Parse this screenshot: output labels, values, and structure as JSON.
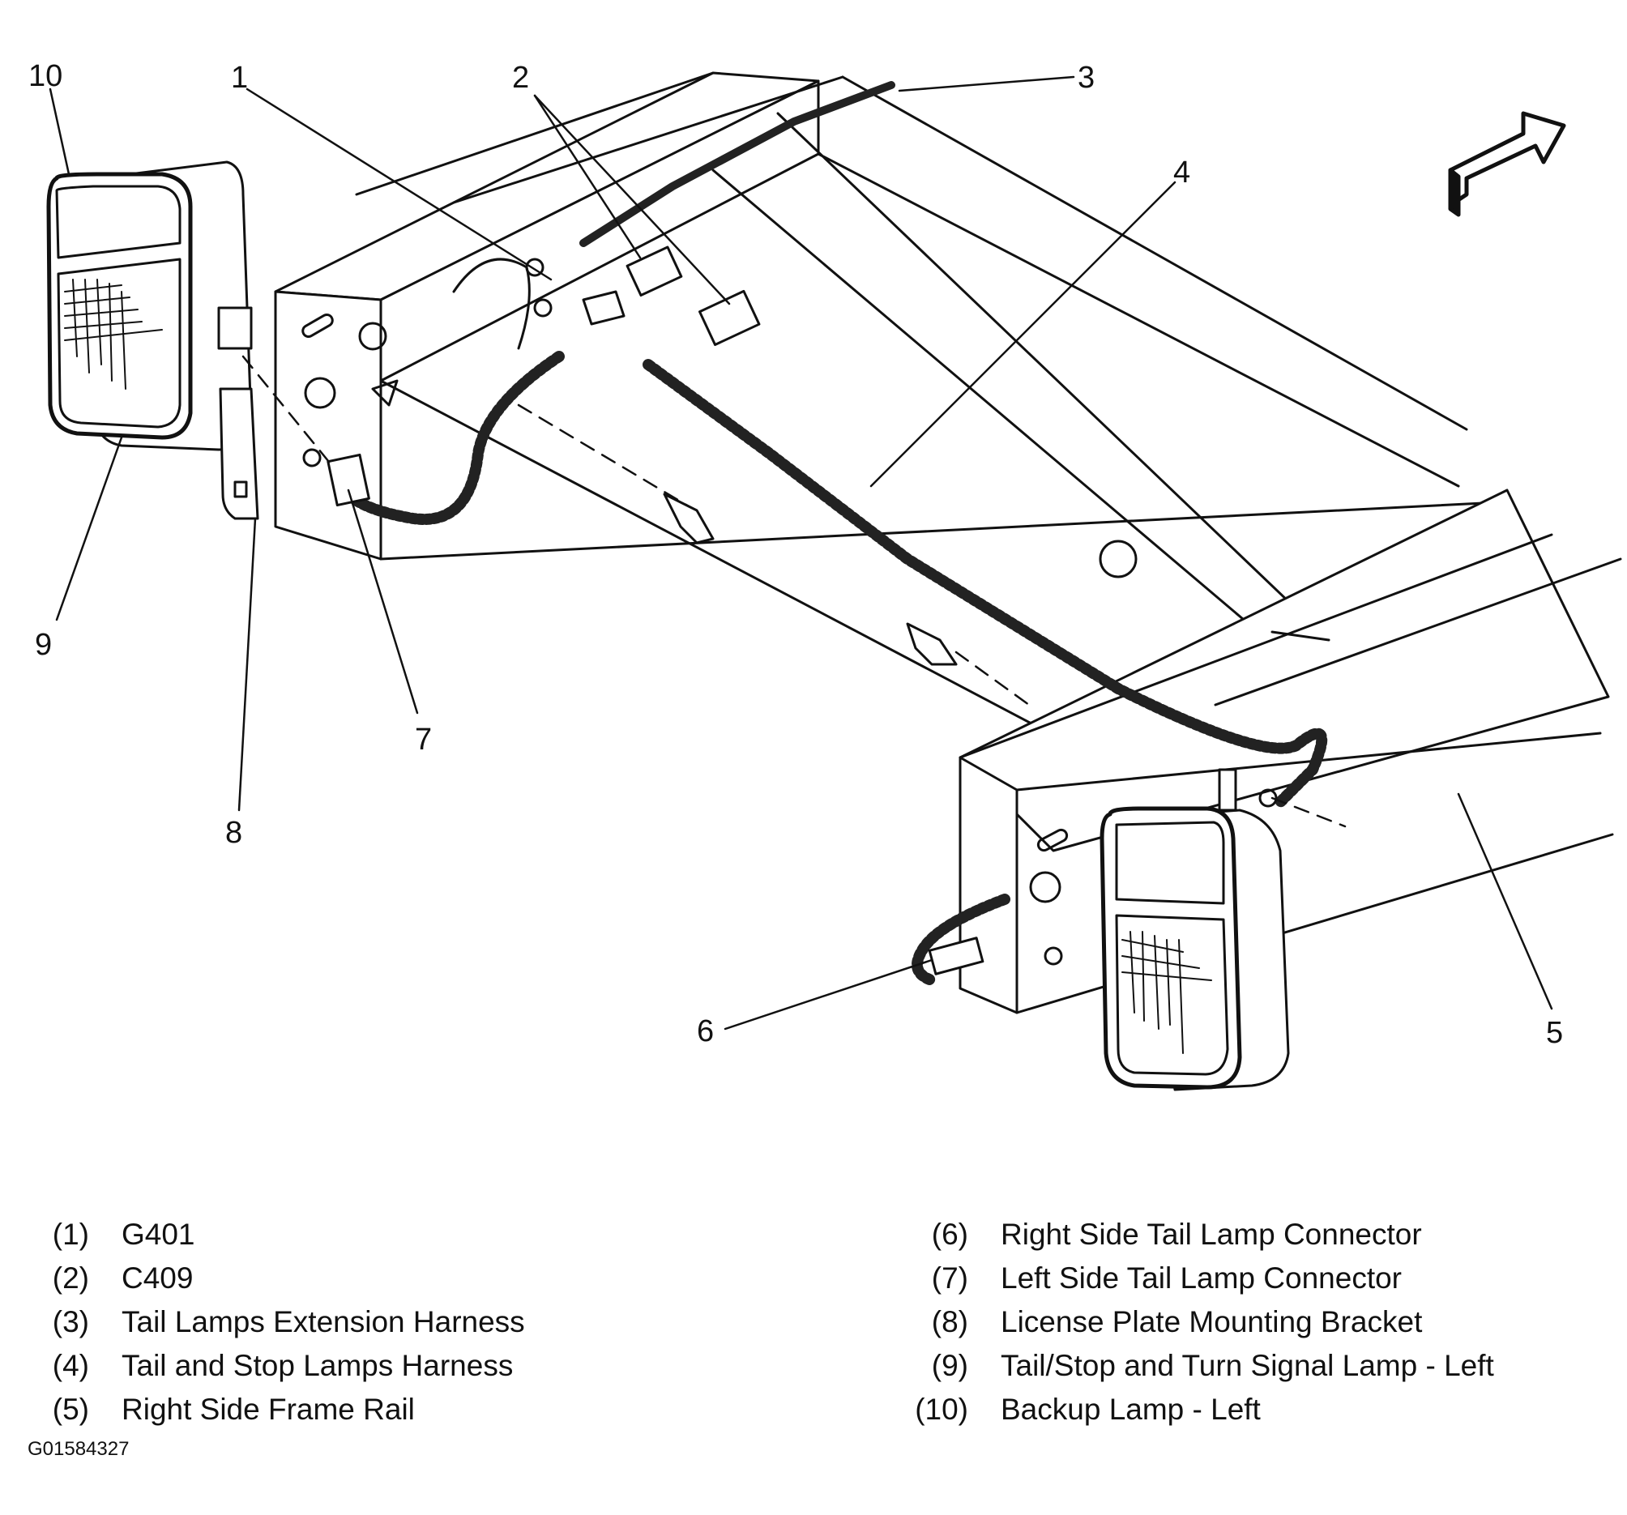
{
  "callouts": [
    "1",
    "2",
    "3",
    "4",
    "5",
    "6",
    "7",
    "8",
    "9",
    "10"
  ],
  "legend": {
    "left": [
      {
        "code": "(1)",
        "label": "G401"
      },
      {
        "code": "(2)",
        "label": "C409"
      },
      {
        "code": "(3)",
        "label": "Tail Lamps Extension Harness"
      },
      {
        "code": "(4)",
        "label": "Tail and Stop Lamps Harness"
      },
      {
        "code": "(5)",
        "label": "Right Side Frame Rail"
      }
    ],
    "right": [
      {
        "code": "(6)",
        "label": "Right Side Tail Lamp Connector"
      },
      {
        "code": "(7)",
        "label": "Left Side Tail Lamp Connector"
      },
      {
        "code": "(8)",
        "label": "License Plate Mounting Bracket"
      },
      {
        "code": "(9)",
        "label": "Tail/Stop and Turn Signal Lamp - Left"
      },
      {
        "code": "(10)",
        "label": "Backup Lamp - Left"
      }
    ]
  },
  "figure_id": "G01584327",
  "colors": {
    "ink": "#111111",
    "paper": "#ffffff"
  }
}
